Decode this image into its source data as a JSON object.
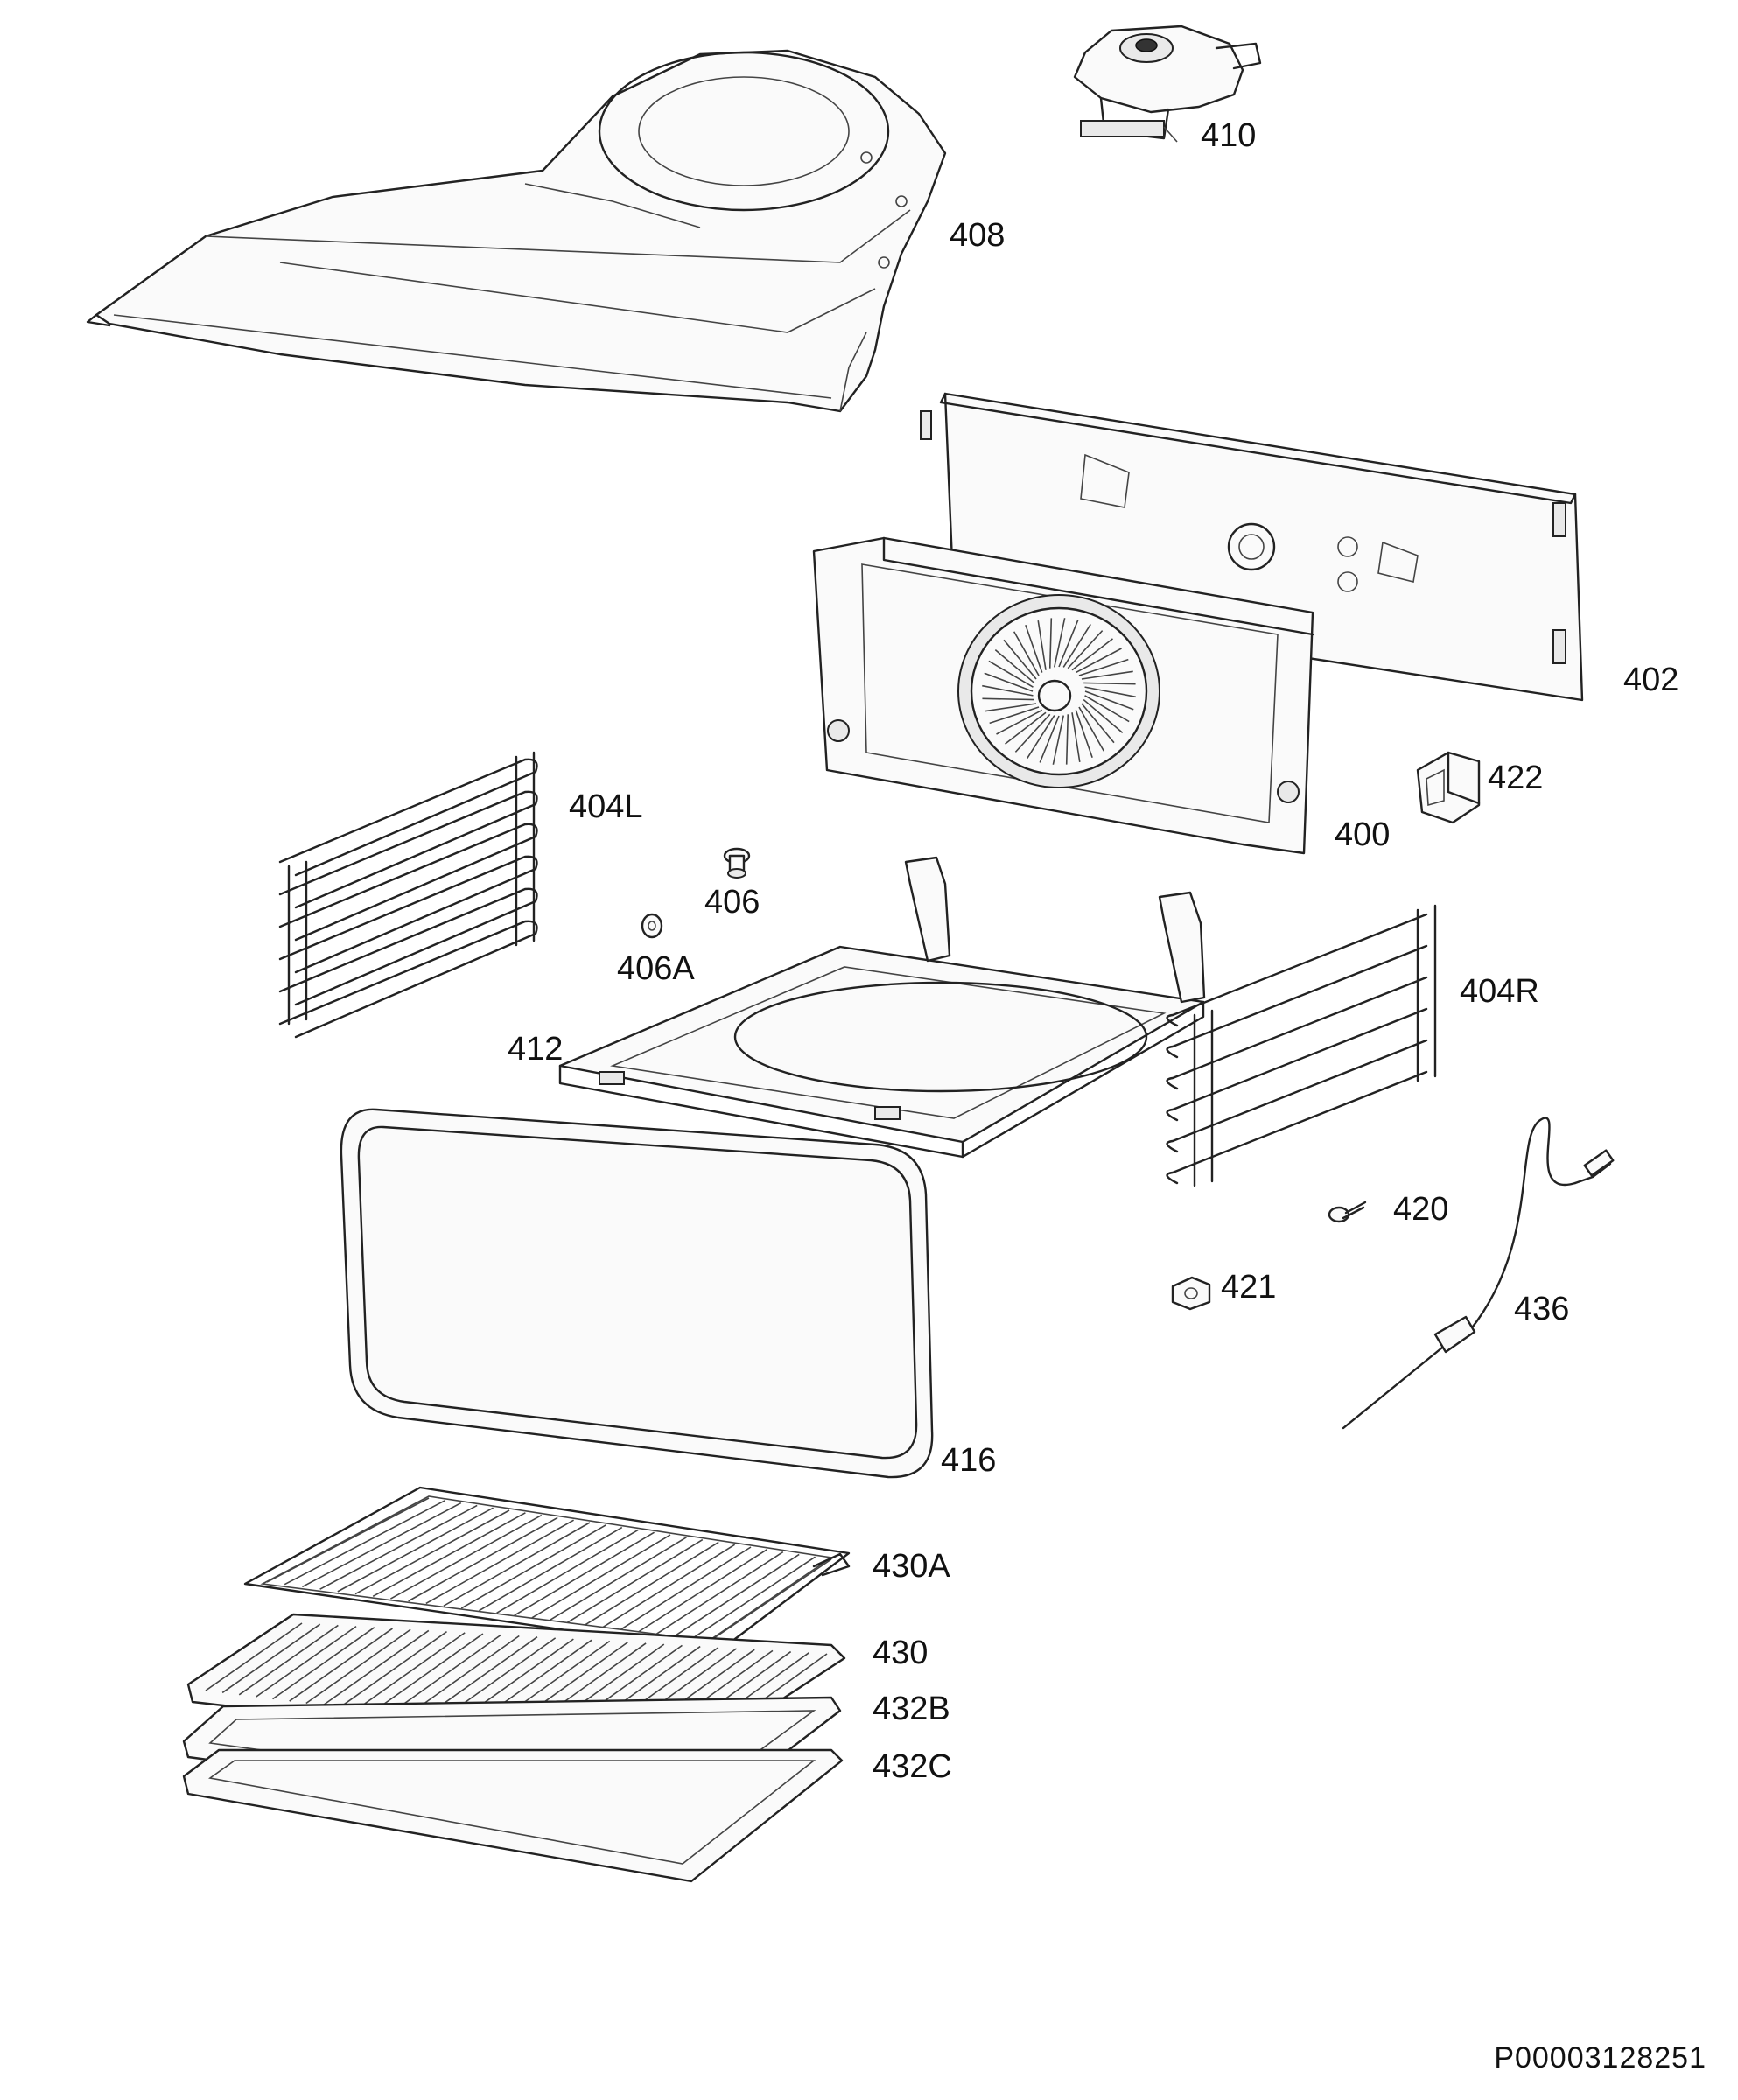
{
  "parts": [
    {
      "id": "top-cover",
      "label": "408"
    },
    {
      "id": "fan-motor",
      "label": "410"
    },
    {
      "id": "back-panel",
      "label": "402"
    },
    {
      "id": "fan-cover",
      "label": "400"
    },
    {
      "id": "lamp-socket",
      "label": "422"
    },
    {
      "id": "shelf-support-left",
      "label": "404L"
    },
    {
      "id": "screw",
      "label": "406"
    },
    {
      "id": "washer",
      "label": "406A"
    },
    {
      "id": "bottom-frame",
      "label": "412"
    },
    {
      "id": "shelf-support-right",
      "label": "404R"
    },
    {
      "id": "bolt",
      "label": "420"
    },
    {
      "id": "nut",
      "label": "421"
    },
    {
      "id": "meat-probe",
      "label": "436"
    },
    {
      "id": "door-seal",
      "label": "416"
    },
    {
      "id": "grid-rack",
      "label": "430A"
    },
    {
      "id": "wire-shelf",
      "label": "430"
    },
    {
      "id": "baking-tray",
      "label": "432B"
    },
    {
      "id": "deep-tray",
      "label": "432C"
    }
  ],
  "document_id": "P00003128251"
}
